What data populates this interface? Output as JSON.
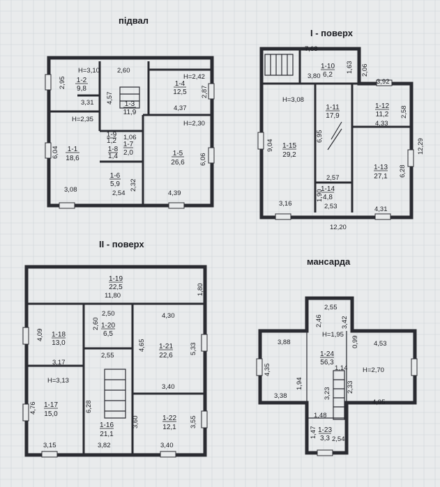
{
  "plans": {
    "basement": {
      "title": "підвал",
      "heights": [
        "H=3,10",
        "H=2,42",
        "H=2,35",
        "H=2,30"
      ],
      "dims": [
        "2,95",
        "2,60",
        "4,57",
        "2,87",
        "4,37",
        "3,31",
        "1,06",
        "6,04",
        "2,32",
        "6,06",
        "3,08",
        "2,54",
        "4,39"
      ],
      "rooms": [
        {
          "id": "1-2",
          "area": "9,8"
        },
        {
          "id": "1-3",
          "area": "11,9"
        },
        {
          "id": "1-4",
          "area": "12,5"
        },
        {
          "id": "1-9",
          "area": "1,2"
        },
        {
          "id": "1-7",
          "area": "2,0"
        },
        {
          "id": "1-8",
          "area": "1,4"
        },
        {
          "id": "1-1",
          "area": "18,6"
        },
        {
          "id": "1-5",
          "area": "26,6"
        },
        {
          "id": "1-6",
          "area": "5,9"
        }
      ]
    },
    "floor1": {
      "title": "I - поверх",
      "heights": [
        "H=3,08"
      ],
      "dims": [
        "7,68",
        "3,80",
        "1,63",
        "2,06",
        "3,92",
        "9,04",
        "6,95",
        "2,58",
        "4,33",
        "12,29",
        "6,28",
        "2,57",
        "1,90",
        "2,53",
        "3,16",
        "4,31",
        "12,20"
      ],
      "rooms": [
        {
          "id": "1-10",
          "area": "6,2"
        },
        {
          "id": "1-11",
          "area": "17,9"
        },
        {
          "id": "1-12",
          "area": "11,2"
        },
        {
          "id": "1-15",
          "area": "29,2"
        },
        {
          "id": "1-13",
          "area": "27,1"
        },
        {
          "id": "1-14",
          "area": "4,8"
        }
      ]
    },
    "floor2": {
      "title": "II - поверх",
      "heights": [
        "H=3,13"
      ],
      "dims": [
        "11,80",
        "1,80",
        "2,50",
        "4,30",
        "2,60",
        "4,09",
        "4,65",
        "5,33",
        "3,17",
        "2,55",
        "3,40",
        "4,76",
        "6,28",
        "3,60",
        "3,55",
        "3,15",
        "3,82",
        "3,40"
      ],
      "rooms": [
        {
          "id": "1-19",
          "area": "22,5"
        },
        {
          "id": "1-20",
          "area": "6,5"
        },
        {
          "id": "1-18",
          "area": "13,0"
        },
        {
          "id": "1-21",
          "area": "22,6"
        },
        {
          "id": "1-17",
          "area": "15,0"
        },
        {
          "id": "1-16",
          "area": "21,1"
        },
        {
          "id": "1-22",
          "area": "12,1"
        }
      ]
    },
    "attic": {
      "title": "мансарда",
      "heights": [
        "H=1,95",
        "H=2,70"
      ],
      "dims": [
        "2,55",
        "2,46",
        "3,42",
        "0,99",
        "3,88",
        "4,53",
        "1,14",
        "4,35",
        "1,94",
        "3,23",
        "2,33",
        "3,38",
        "4,95",
        "1,48",
        "1,47",
        "2,54"
      ],
      "rooms": [
        {
          "id": "1-24",
          "area": "56,3"
        },
        {
          "id": "1-23",
          "area": "3,3"
        }
      ]
    }
  }
}
